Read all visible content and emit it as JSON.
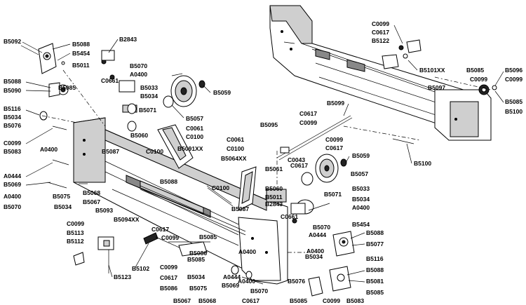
{
  "labels": [
    "B5092",
    "B5088",
    "B5454",
    "B2843",
    "B5011",
    "B5070",
    "A0400",
    "C0661",
    "B5088",
    "B5090",
    "B5085",
    "B5033",
    "B5034",
    "B5059",
    "B5116",
    "B5034",
    "B5076",
    "B5071",
    "B5057",
    "B5060",
    "C0061",
    "C0100",
    "B5091XX",
    "C0099",
    "B5083",
    "A0400",
    "B5087",
    "C0100",
    "A0444",
    "B5069",
    "A0400",
    "B5070",
    "B5075",
    "B5034",
    "B5068",
    "B5067",
    "B5088",
    "B5093",
    "B5094XX",
    "C0100",
    "B5087",
    "C0061",
    "C0100",
    "B5064XX",
    "B5095",
    "C0617",
    "C0099",
    "B5099",
    "C0099",
    "C0617",
    "C0043",
    "C0617",
    "B5059",
    "B5061",
    "B5057",
    "B5060",
    "B5011",
    "B2843",
    "B5071",
    "B5033",
    "B5034",
    "A0400",
    "C0661",
    "B5070",
    "B5454",
    "B5088",
    "B5077",
    "A0444",
    "A0400",
    "B5034",
    "B5116",
    "B5088",
    "B5081",
    "B5085",
    "B5083",
    "C0099",
    "B5085",
    "B5076",
    "A0400",
    "B5069",
    "B5070",
    "A0444",
    "B5068",
    "B5067",
    "B5075",
    "B5086",
    "B5034",
    "B5085",
    "B5086",
    "C0099",
    "C0617",
    "B5085",
    "B5102",
    "C0099",
    "C0617",
    "A0400",
    "C0617",
    "C0099",
    "B5113",
    "B5112",
    "B5123",
    "C0099",
    "C0617",
    "B5122",
    "B5101XX",
    "B5097",
    "B5085",
    "C0099",
    "B5096",
    "C0099",
    "B5085",
    "B5100"
  ]
}
